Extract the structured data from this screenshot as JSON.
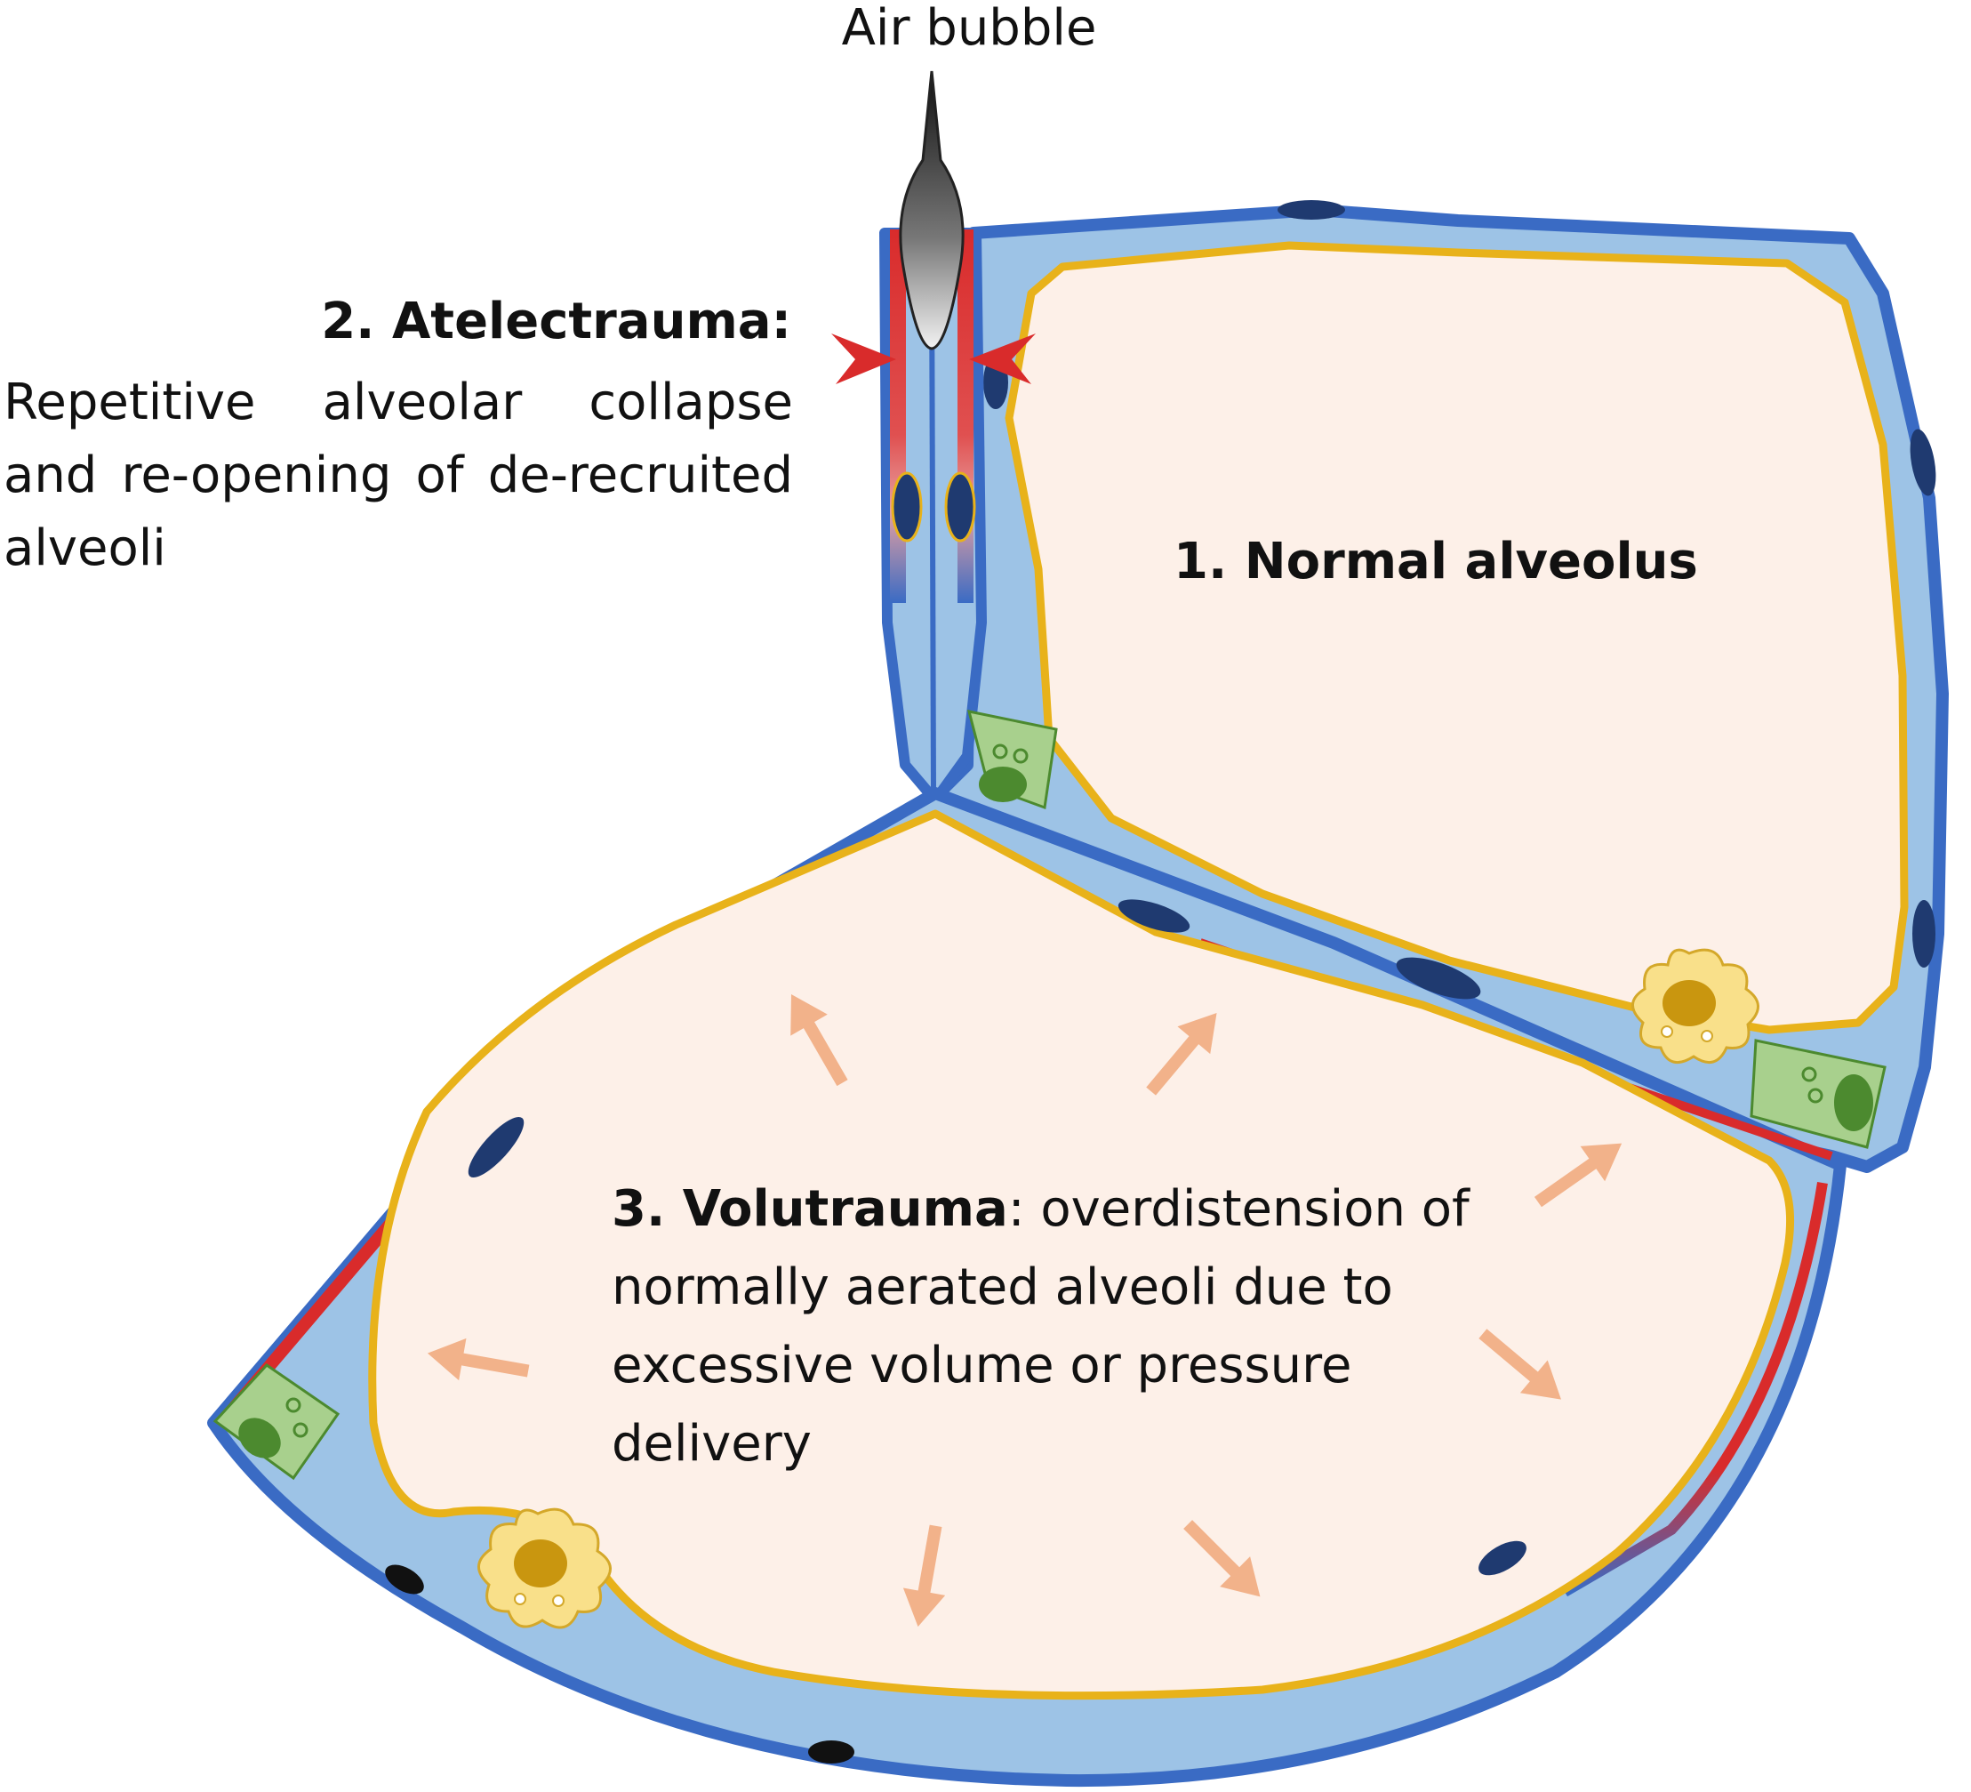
{
  "labels": {
    "air_bubble": "Air bubble",
    "atelectrauma_title": "2. Atelectrauma:",
    "atelectrauma_desc": "Repetitive alveolar collapse and re-opening of de-recruited alveoli",
    "normal_alveolus": "1. Normal alveolus",
    "volutrauma_title": "3. Volutrauma",
    "volutrauma_desc": ": overdistension of normally aerated alveoli due to excessive volume or pressure delivery"
  },
  "colors": {
    "alveolar_wall": "#3a6bc4",
    "interstitium": "#9dc3e6",
    "surfactant_lining": "#e8b21a",
    "air_space": "#fdf0e8",
    "inflamed_capillary": "#d92b2b",
    "overdistension_arrow": "#f2b28a",
    "type2_cell": "#a8d08d",
    "macrophage": "#f9e08a",
    "nucleus": "#1f3a70"
  }
}
